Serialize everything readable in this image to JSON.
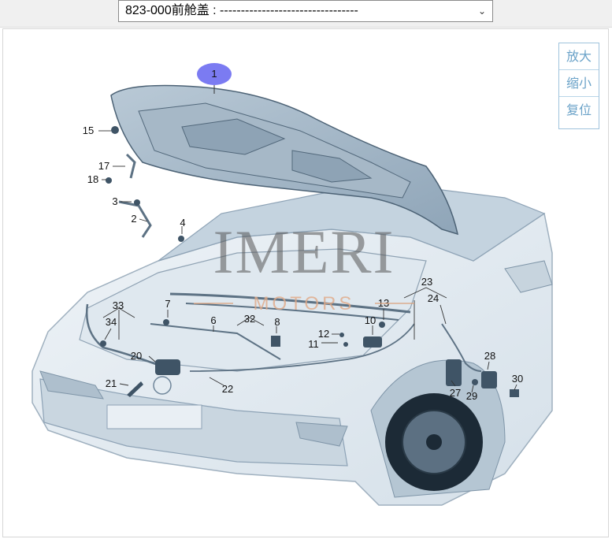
{
  "selector": {
    "value": "823-000前舱盖 : ---------------------------------",
    "chevron_icon": "chevron-down-icon"
  },
  "zoom": {
    "zoom_in": "放大",
    "zoom_out": "缩小",
    "reset": "复位"
  },
  "watermark": {
    "main": "IMERI",
    "sub": "MOTORS"
  },
  "highlight_color": "#7b7bf2",
  "callouts": {
    "c1": "1",
    "c2": "2",
    "c3": "3",
    "c4": "4",
    "c6": "6",
    "c7": "7",
    "c8": "8",
    "c10": "10",
    "c11": "11",
    "c12": "12",
    "c13": "13",
    "c15": "15",
    "c17": "17",
    "c18": "18",
    "c20": "20",
    "c21": "21",
    "c22": "22",
    "c23": "23",
    "c24": "24",
    "c27": "27",
    "c28": "28",
    "c29": "29",
    "c30": "30",
    "c32": "32",
    "c33": "33",
    "c34": "34"
  }
}
